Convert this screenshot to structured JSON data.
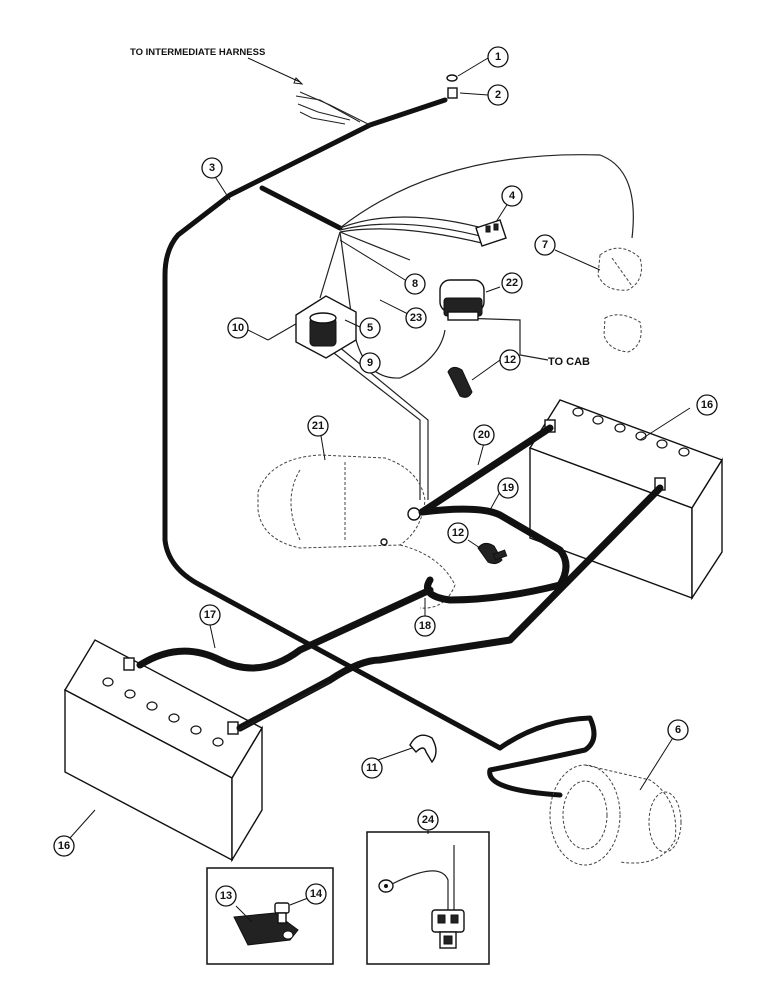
{
  "labels": {
    "intermediate_harness": "TO INTERMEDIATE HARNESS",
    "to_cab": "TO CAB"
  },
  "callouts": [
    "1",
    "2",
    "3",
    "4",
    "5",
    "6",
    "7",
    "8",
    "9",
    "10",
    "11",
    "12",
    "12",
    "13",
    "14",
    "16",
    "16",
    "17",
    "18",
    "19",
    "20",
    "21",
    "22",
    "23",
    "24"
  ]
}
